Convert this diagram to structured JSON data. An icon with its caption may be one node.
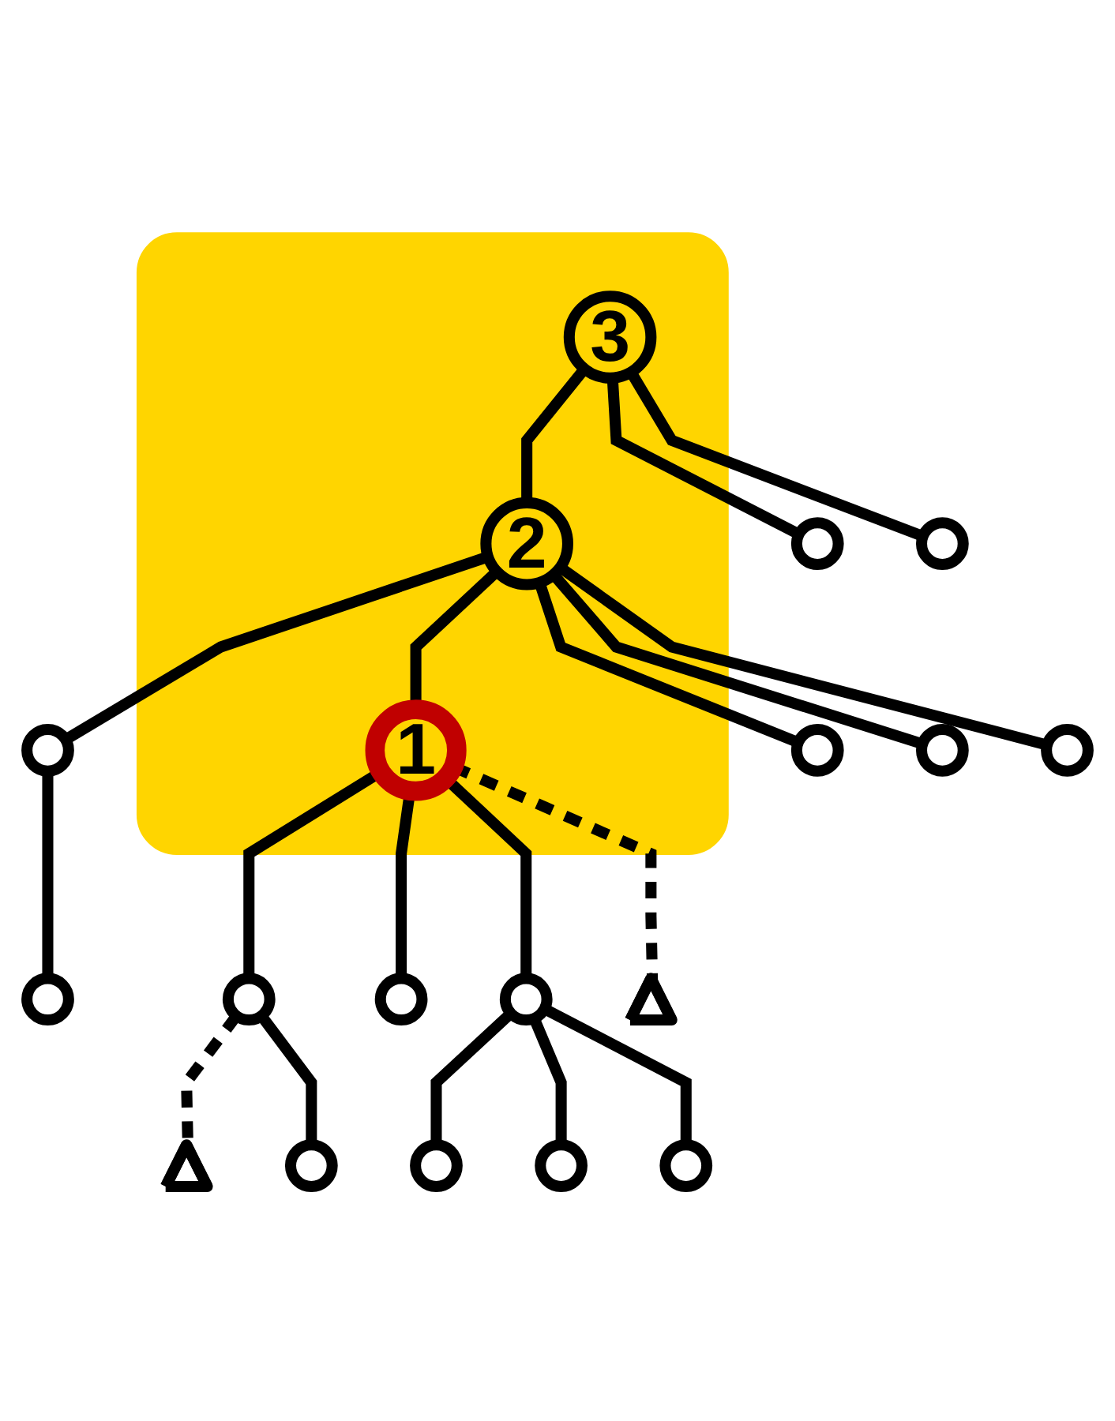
{
  "diagram": {
    "nodes": [
      {
        "text": [],
        "shape": "bar"
      },
      {
        "text": [
          "3"
        ],
        "in": 0
      },
      {
        "text": [],
        "shape": "circle"
      },
      {
        "text": [
          "2"
        ],
        "in": 0
      },
      {
        "text": [],
        "shape": "circle"
      },
      {
        "text": [],
        "shape": "circle"
      },
      {
        "text": [],
        "shape": "circle"
      },
      {
        "text": [
          "1"
        ],
        "in": 0
      },
      {
        "text": [],
        "shape": "circle"
      },
      {
        "text": [],
        "shape": "circle"
      },
      {
        "text": [],
        "shape": "circle"
      },
      {
        "text": [],
        "shape": "circle"
      },
      {
        "text": [],
        "shape": "circle"
      },
      {
        "text": [],
        "shape": "circle"
      },
      {
        "text": [],
        "shape": "triangle"
      },
      {
        "text": [],
        "shape": "triangle"
      },
      {
        "text": [],
        "shape": "circle"
      },
      {
        "text": [],
        "shape": "circle"
      },
      {
        "text": [],
        "shape": "circle"
      },
      {
        "text": [],
        "shape": "circle"
      }
    ],
    "edges": [
      {
        "from": 1,
        "to": 2,
        "arrow": "none"
      },
      {
        "from": 1,
        "to": 3,
        "arrow": "none"
      },
      {
        "from": 1,
        "to": 4,
        "arrow": "none"
      },
      {
        "from": 3,
        "to": 5,
        "arrow": "none"
      },
      {
        "from": 3,
        "to": 6,
        "arrow": "none"
      },
      {
        "from": 3,
        "to": 7,
        "arrow": "none"
      },
      {
        "from": 3,
        "to": 8,
        "arrow": "none"
      },
      {
        "from": 3,
        "to": 9,
        "arrow": "none"
      },
      {
        "from": 5,
        "to": 10,
        "arrow": "none"
      },
      {
        "from": 7,
        "to": 11,
        "arrow": "none"
      },
      {
        "from": 7,
        "to": 12,
        "arrow": "none"
      },
      {
        "from": 7,
        "to": 13,
        "arrow": "none"
      },
      {
        "from": 7,
        "to": 14,
        "arrow": "none",
        "style": "dashed"
      },
      {
        "from": 11,
        "to": 15,
        "arrow": "none",
        "style": "dashed"
      },
      {
        "from": 11,
        "to": 16,
        "arrow": "none"
      },
      {
        "from": 13,
        "to": 17,
        "arrow": "none"
      },
      {
        "from": 13,
        "to": 18,
        "arrow": "none"
      },
      {
        "from": 13,
        "to": 19,
        "arrow": "none"
      }
    ]
  }
}
